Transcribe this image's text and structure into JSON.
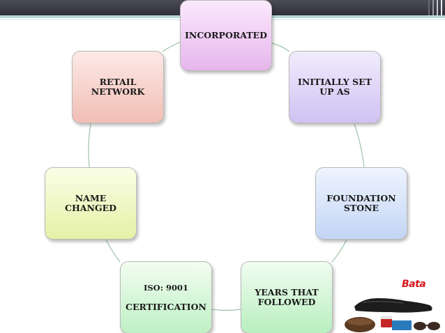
{
  "diagram": {
    "nodes": [
      {
        "id": "incorporated",
        "label": "INCORPORATED"
      },
      {
        "id": "initially-set-up-as",
        "label": "INITIALLY SET\nUP AS"
      },
      {
        "id": "foundation-stone",
        "label": "FOUNDATION\nSTONE"
      },
      {
        "id": "years-that-followed",
        "label": "YEARS THAT\nFOLLOWED"
      },
      {
        "id": "iso-certification",
        "label_line1": "ISO: 9001",
        "label_line2": "CERTIFICATION"
      },
      {
        "id": "name-changed",
        "label": "NAME\nCHANGED"
      },
      {
        "id": "retail-network",
        "label": "RETAIL\nNETWORK"
      }
    ],
    "connector_color": "#9dc4a9"
  },
  "brand": {
    "logo_text": "Bata",
    "logo_color": "#d4171c"
  },
  "theme": {
    "header_bar": "#3a3a45",
    "header_rule": "#b7d6d7"
  }
}
